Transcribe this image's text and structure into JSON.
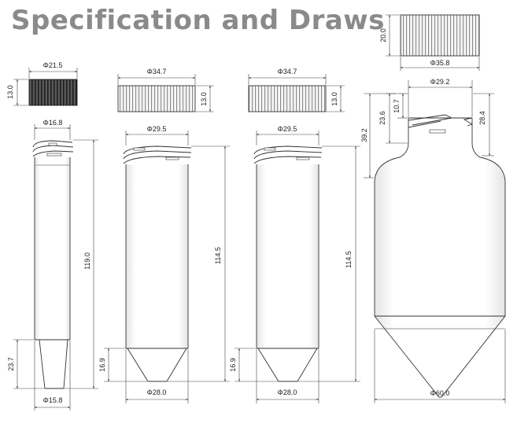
{
  "title": "Specification and Draws",
  "caps": [
    {
      "diameter": "Φ21.5",
      "height": "13.0"
    },
    {
      "diameter": "Φ34.7",
      "height": "13.0"
    },
    {
      "diameter": "Φ34.7",
      "height": "13.0"
    },
    {
      "diameter": "Φ35.8",
      "height": "20.0"
    }
  ],
  "tubes": [
    {
      "top_diameter": "Φ16.8",
      "height": "119.0",
      "cone_height": "23.7",
      "bottom_diameter": "Φ15.8"
    },
    {
      "top_diameter": "Φ29.5",
      "height": "114.5",
      "cone_height": "16.9",
      "bottom_diameter": "Φ28.0"
    },
    {
      "top_diameter": "Φ29.5",
      "height": "114.5",
      "cone_height": "16.9",
      "bottom_diameter": "Φ28.0"
    }
  ],
  "bottle": {
    "neck_diameter": "Φ29.2",
    "dim_thread": "10.7",
    "dim_neck": "23.6",
    "dim_shoulder": "28.4",
    "dim_top": "39.2",
    "body_diameter": "Φ60.0"
  }
}
